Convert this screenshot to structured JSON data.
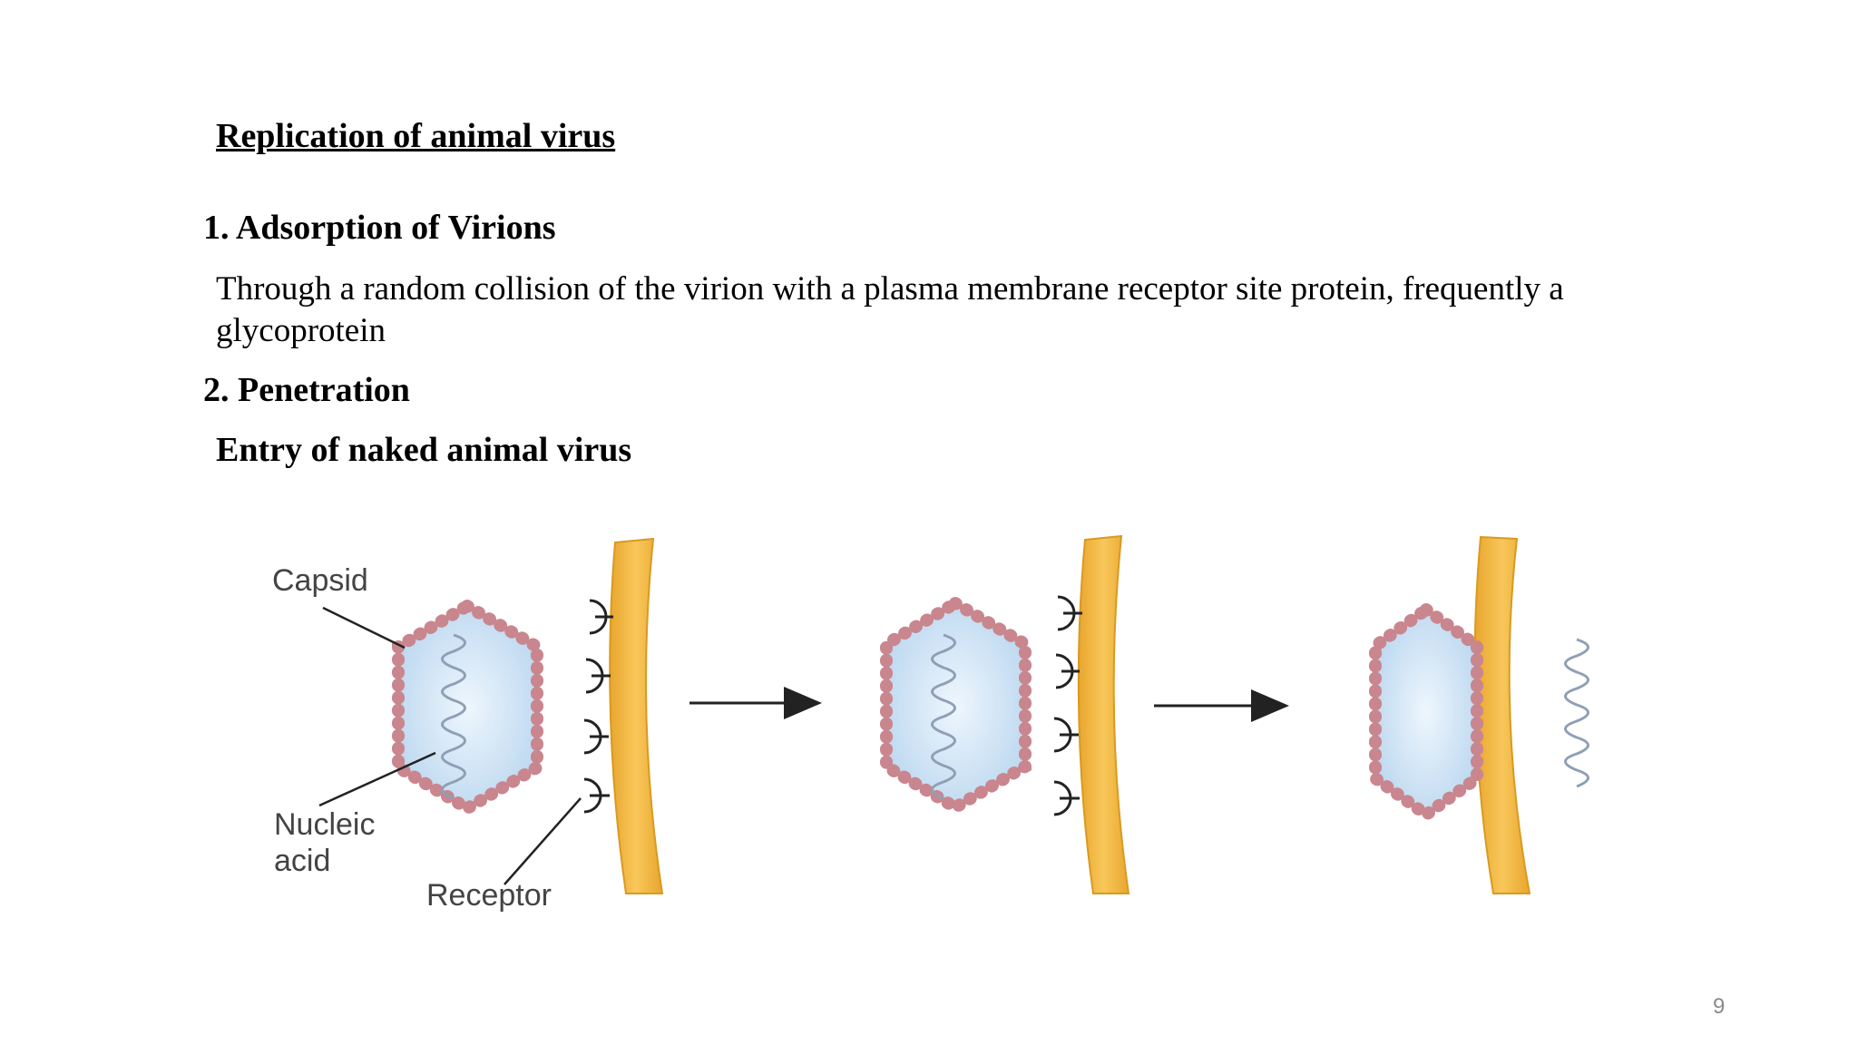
{
  "slide": {
    "title": "Replication of animal virus",
    "section1_heading": "1. Adsorption of Virions",
    "section1_text": "Through a random collision of the virion with a plasma membrane receptor site protein, frequently a glycoprotein",
    "section2_heading": "2. Penetration",
    "section2_subheading": "Entry of naked animal virus",
    "page_number": "9"
  },
  "diagram": {
    "labels": {
      "capsid": "Capsid",
      "nucleic_line1": "Nucleic",
      "nucleic_line2": "acid",
      "receptor": "Receptor"
    },
    "colors": {
      "membrane": "#f5b942",
      "capsomere": "#c9868e",
      "capsid_fill": "#cfe3f5",
      "helix": "#8f9fb5",
      "arrow": "#222222"
    }
  }
}
